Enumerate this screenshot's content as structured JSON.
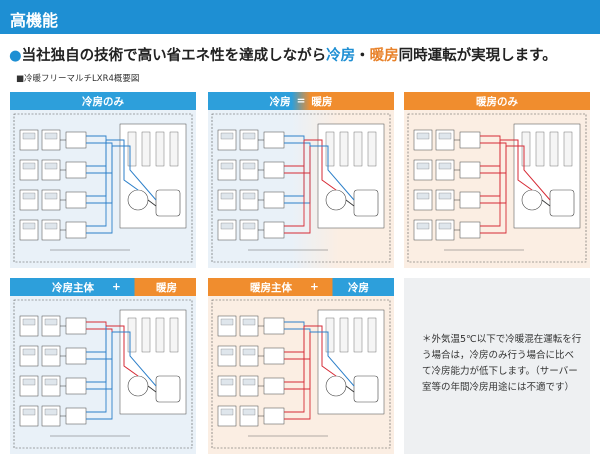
{
  "header": {
    "title": "高機能"
  },
  "headline": {
    "bullet": "●",
    "prefix": "当社独自の技術で高い省エネ性を達成しながら",
    "cool": "冷房",
    "middle": "・",
    "heat": "暖房",
    "suffix": "同時運転が実現します。"
  },
  "caption": "■冷暖フリーマルチLXR4概要図",
  "panels": [
    {
      "label": "冷房のみ"
    },
    {
      "label_left": "冷房",
      "separator": "=",
      "label_right": "暖房"
    },
    {
      "label": "暖房のみ"
    },
    {
      "label_left": "冷房主体",
      "separator": "+",
      "label_right": "暖房"
    },
    {
      "label_left": "暖房主体",
      "separator": "+",
      "label_right": "冷房"
    }
  ],
  "note": "＊外気温5℃以下で冷暖混在運転を行う場合は，冷房のみ行う場合に比べて冷房能力が低下します。（サーバー室等の年間冷房用途には不適です）",
  "colors": {
    "header": "#1e8fd3",
    "cool": "#2d9fdb",
    "heat": "#f08d2e",
    "pipe_red": "#d62a35",
    "pipe_blue": "#2c7fc9",
    "pipe_dark": "#333333"
  }
}
